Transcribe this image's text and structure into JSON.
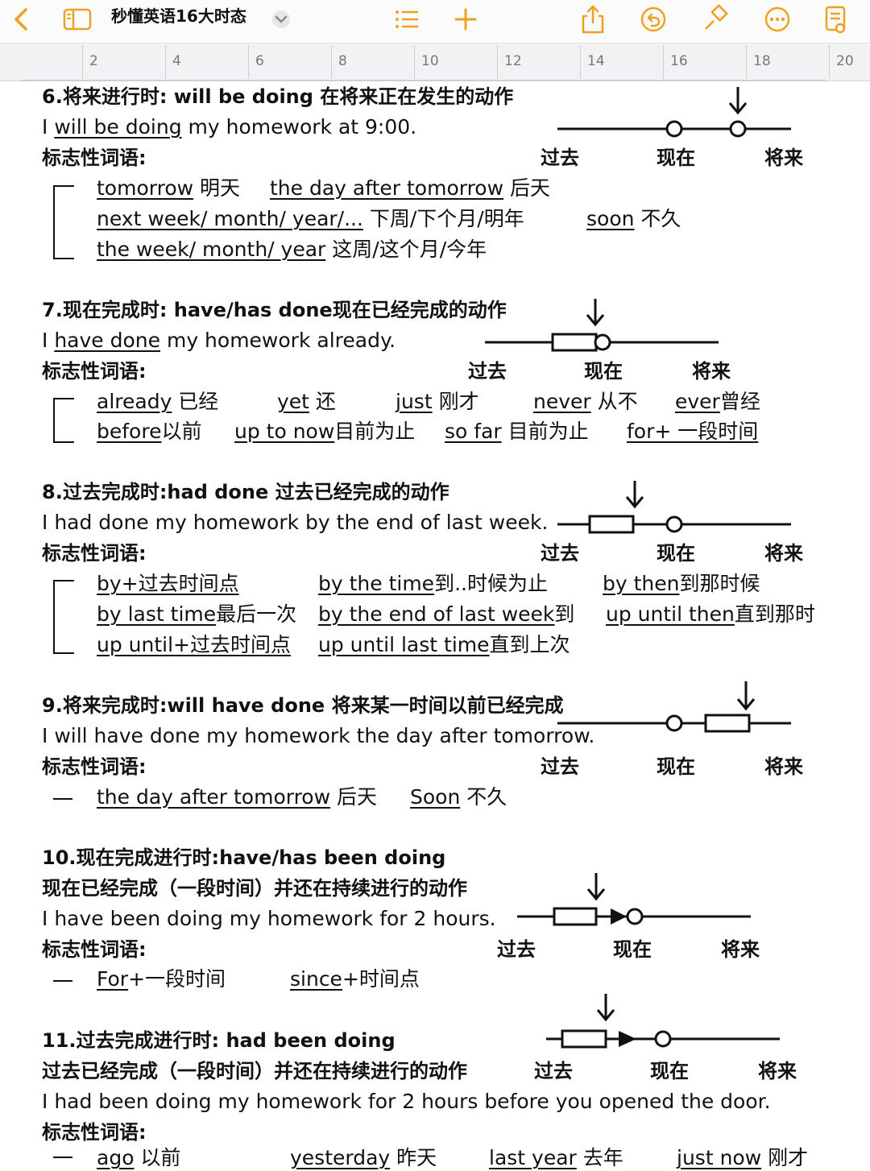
{
  "toolbar": {
    "title": "秒懂英语16大时态",
    "icons": [
      "back-icon",
      "sidebar-icon",
      "chevron-down-icon",
      "list-icon",
      "plus-icon",
      "share-icon",
      "undo-icon",
      "brush-icon",
      "more-icon",
      "document-icon"
    ]
  },
  "ruler": {
    "numbers": [
      "2",
      "4",
      "6",
      "8",
      "10",
      "12",
      "14",
      "16",
      "18",
      "20"
    ]
  },
  "timeline": {
    "past": "过去",
    "now": "现在",
    "future": "将来"
  },
  "markers_label": "标志性词语:",
  "s6": {
    "heading": "6.将来进行时: will be doing  在将来正在发生的动作",
    "ex_pre": "I ",
    "ex_u": "will be doing",
    "ex_post": " my homework at 9:00.",
    "w1a": "tomorrow",
    "w1b": " 明天",
    "w2a": "the day after tomorrow",
    "w2b": " 后天",
    "w3a": "next week/ month/ year/...",
    "w3b": " 下周/下个月/明年",
    "w4a": "soon",
    "w4b": " 不久",
    "w5a": "the week/ month/ year",
    "w5b": " 这周/这个月/今年"
  },
  "s7": {
    "heading": "7.现在完成时: have/has done现在已经完成的动作",
    "ex_pre": "I ",
    "ex_u": "have done",
    "ex_post": " my homework already.",
    "w1a": "already",
    "w1b": " 已经",
    "w2a": "yet",
    "w2b": " 还",
    "w3a": "just",
    "w3b": " 刚才",
    "w4a": "never",
    "w4b": " 从不",
    "w5a": "ever",
    "w5b": "曾经",
    "w6a": "before",
    "w6b": "以前",
    "w7a": "up to now",
    "w7b": "目前为止",
    "w8a": "so far",
    "w8b": " 目前为止",
    "w9": "for+ 一段时间"
  },
  "s8": {
    "heading": "8.过去完成时:had done 过去已经完成的动作",
    "example": "I had done my homework by the end of last week.",
    "w1": "by+过去时间点",
    "w2a": "by the time",
    "w2b": "到..时候为止",
    "w3a": "by then",
    "w3b": "到那时候",
    "w4a": "by last time",
    "w4b": "最后一次",
    "w5a": "by the end of last week",
    "w5b": "到",
    "w6a": "up until then",
    "w6b": "直到那时",
    "w7": "up until+过去时间点",
    "w8a": "up until last time",
    "w8b": "直到上次"
  },
  "s9": {
    "heading": "9.将来完成时:will have done 将来某一时间以前已经完成",
    "example": "I will have done my homework the day after tomorrow.",
    "w1a": "the day after tomorrow",
    "w1b": " 后天",
    "w2a": "Soon",
    "w2b": " 不久"
  },
  "s10": {
    "heading": "10.现在完成进行时:have/has been doing",
    "sub": "现在已经完成（一段时间）并还在持续进行的动作",
    "example": "I have been doing my homework for 2 hours.",
    "w1a": "For",
    "w1b": "+一段时间",
    "w2a": "since",
    "w2b": "+时间点"
  },
  "s11": {
    "heading": "11.过去完成进行时: had been doing",
    "sub": "过去已经完成（一段时间）并还在持续进行的动作",
    "example": "I had been doing my homework for 2 hours before you opened the door.",
    "w1a": "ago",
    "w1b": " 以前",
    "w2a": "yesterday",
    "w2b": " 昨天",
    "w3a": "last year",
    "w3b": " 去年",
    "w4a": "just now",
    "w4b": " 刚才"
  }
}
